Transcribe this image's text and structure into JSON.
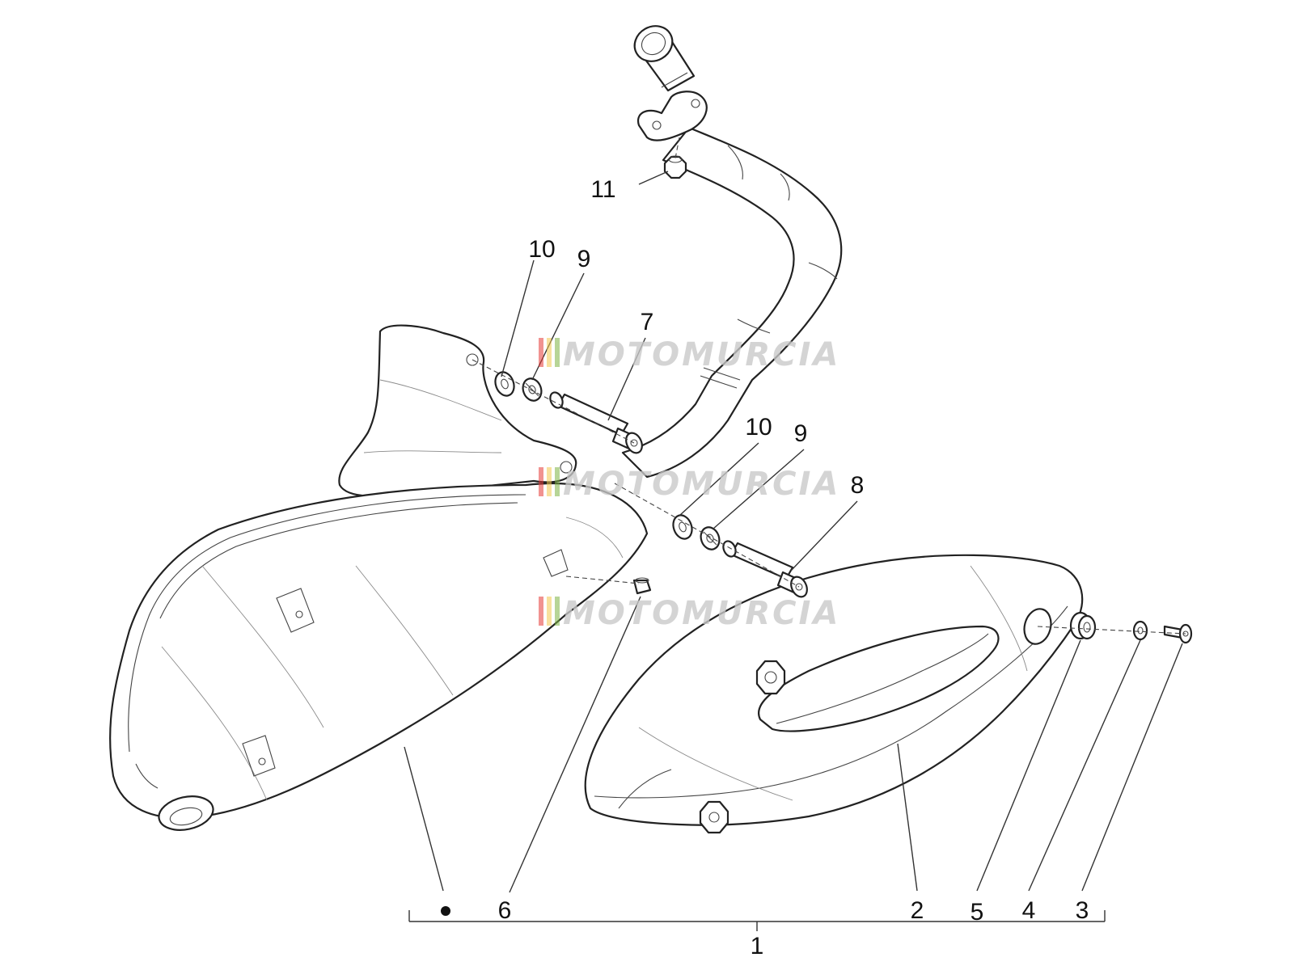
{
  "watermark": {
    "text": "MOTOMURCIA",
    "stripe_colors": [
      "#e53935",
      "#f2c94c",
      "#7cb342"
    ]
  },
  "callouts": {
    "c1": "1",
    "c2": "2",
    "c3": "3",
    "c4": "4",
    "c5": "5",
    "c6": "6",
    "c7": "7",
    "c8": "8",
    "c9a": "9",
    "c9b": "9",
    "c10a": "10",
    "c10b": "10",
    "c11": "11"
  }
}
